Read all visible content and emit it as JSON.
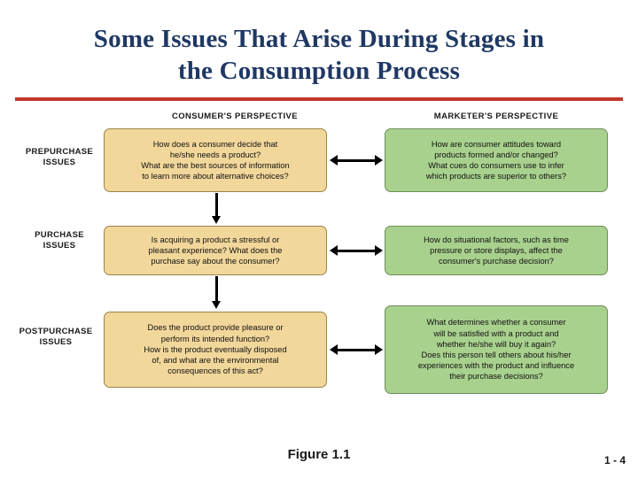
{
  "slide": {
    "title": "Some Issues That Arise During Stages in the Consumption Process",
    "title_line_1": "Some Issues That Arise During Stages in",
    "title_line_2": "the Consumption Process",
    "caption": "Figure 1.1",
    "page_number": "1 - 4",
    "accent_color": "#C0392B",
    "title_color": "#1F3864"
  },
  "diagram": {
    "column_headers": [
      {
        "id": "consumer",
        "label": "CONSUMER'S PERSPECTIVE"
      },
      {
        "id": "marketer",
        "label": "MARKETER'S PERSPECTIVE"
      }
    ],
    "row_labels": [
      {
        "id": "prepurchase",
        "line1": "PREPURCHASE",
        "line2": "ISSUES"
      },
      {
        "id": "purchase",
        "line1": "PURCHASE",
        "line2": "ISSUES"
      },
      {
        "id": "postpurchase",
        "line1": "POSTPURCHASE",
        "line2": "ISSUES"
      }
    ],
    "boxes": {
      "prepurchase_consumer": {
        "color": "#F2D79B",
        "lines": [
          "How does a consumer decide that",
          "he/she needs a product?",
          "What are the best sources of information",
          "to learn more about alternative choices?"
        ]
      },
      "prepurchase_marketer": {
        "color": "#A9D18E",
        "lines": [
          "How are consumer attitudes toward",
          "products formed and/or changed?",
          "What cues do consumers use to infer",
          "which products are superior to others?"
        ]
      },
      "purchase_consumer": {
        "color": "#F2D79B",
        "lines": [
          "Is acquiring a product a stressful or",
          "pleasant experience? What does the",
          "purchase say about the consumer?"
        ]
      },
      "purchase_marketer": {
        "color": "#A9D18E",
        "lines": [
          "How do situational factors, such as time",
          "pressure or store displays, affect the",
          "consumer's purchase decision?"
        ]
      },
      "postpurchase_consumer": {
        "color": "#F2D79B",
        "lines": [
          "Does the product provide pleasure or",
          "perform its intended function?",
          "How is the product eventually disposed",
          "of, and what are the environmental",
          "consequences of this act?"
        ]
      },
      "postpurchase_marketer": {
        "color": "#A9D18E",
        "lines": [
          "What determines whether a consumer",
          "will be satisfied with a product and",
          "whether he/she will buy it again?",
          "Does this person tell others about his/her",
          "experiences with the product and influence",
          "their purchase decisions?"
        ]
      }
    }
  }
}
